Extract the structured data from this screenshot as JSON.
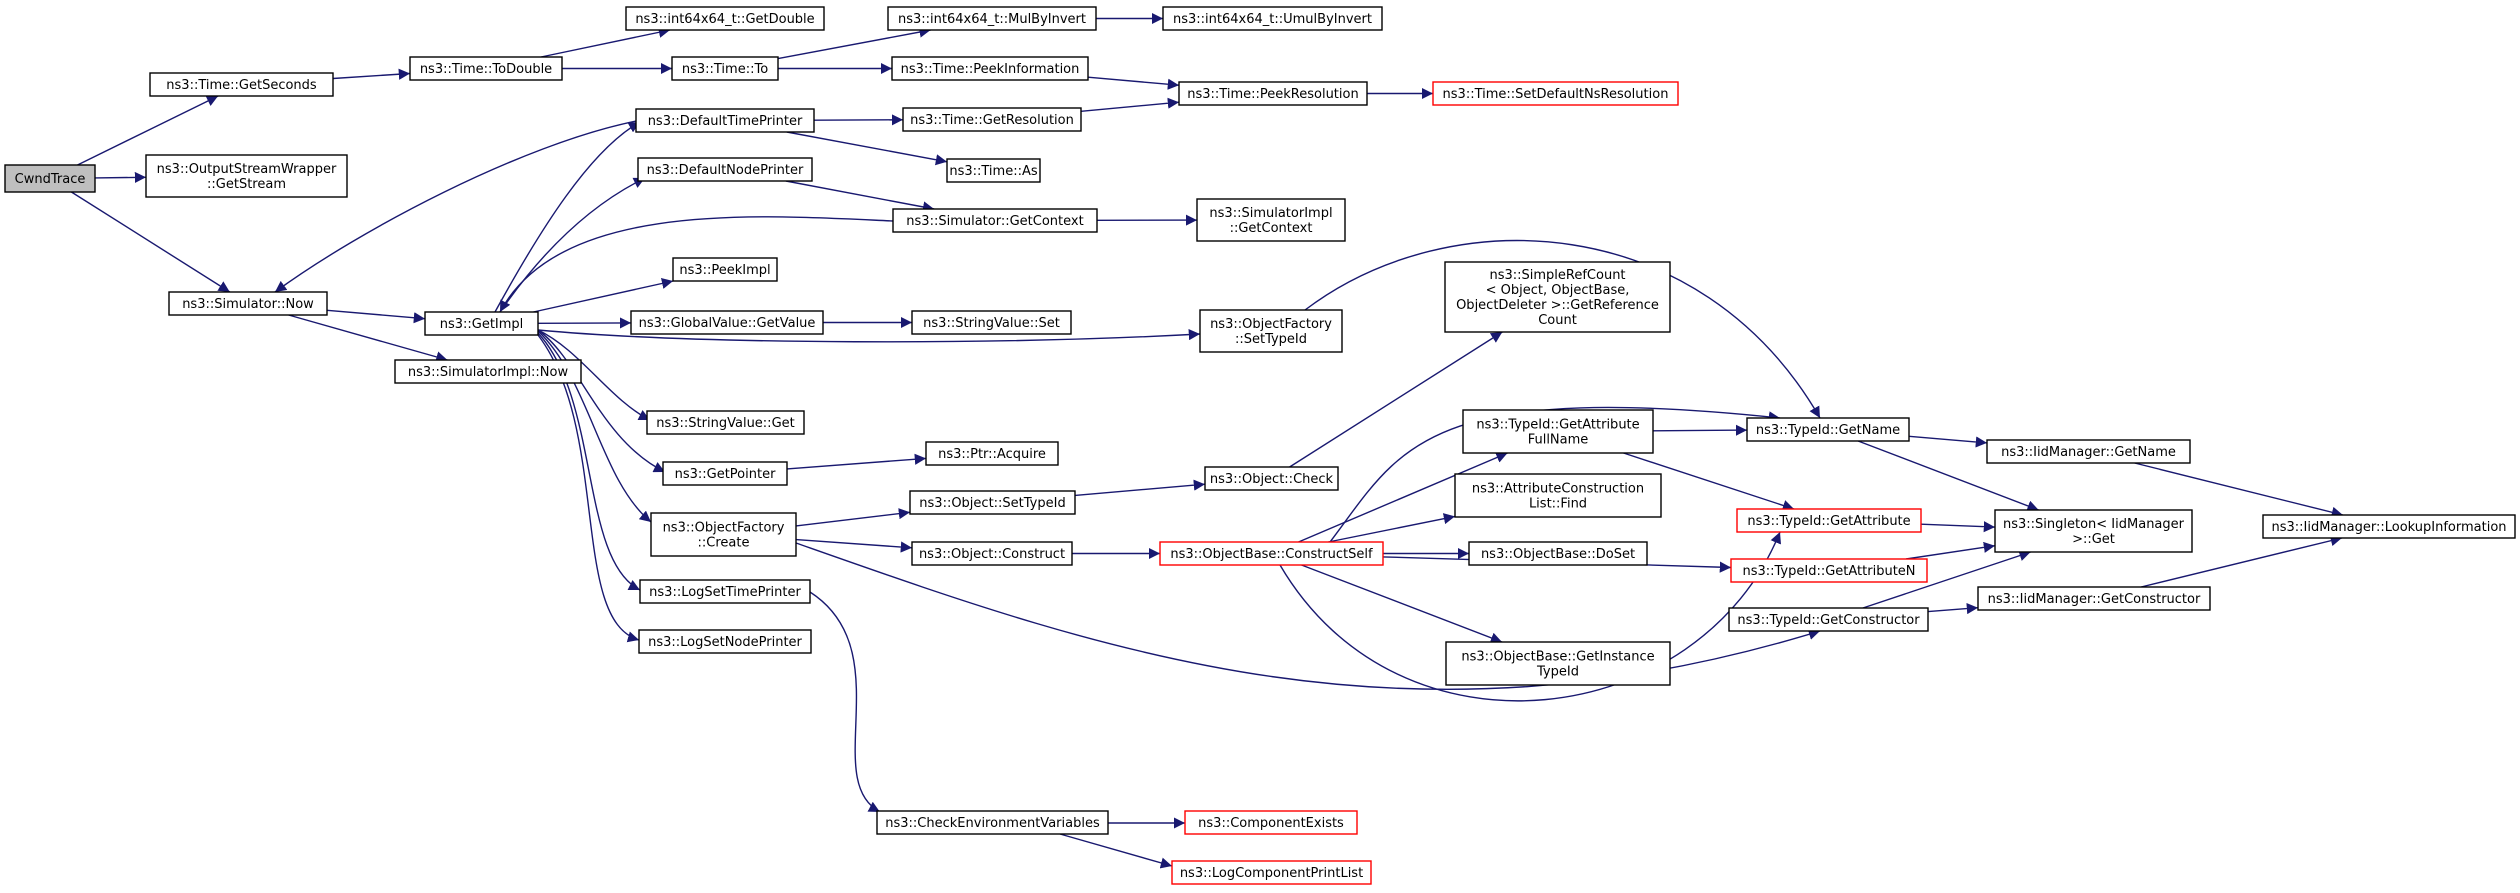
{
  "graph": {
    "edge_color": "#191970",
    "external_border_color": "#ff0000",
    "root_fill": "#bfbfbf",
    "nodes": [
      {
        "id": "cwnd",
        "lines": [
          "CwndTrace"
        ],
        "kind": "root"
      },
      {
        "id": "getSeconds",
        "lines": [
          "ns3::Time::GetSeconds"
        ]
      },
      {
        "id": "osw",
        "lines": [
          "ns3::OutputStreamWrapper",
          "::GetStream"
        ]
      },
      {
        "id": "simNow",
        "lines": [
          "ns3::Simulator::Now"
        ]
      },
      {
        "id": "toDouble",
        "lines": [
          "ns3::Time::ToDouble"
        ]
      },
      {
        "id": "getImpl",
        "lines": [
          "ns3::GetImpl"
        ]
      },
      {
        "id": "simImplNow",
        "lines": [
          "ns3::SimulatorImpl::Now"
        ]
      },
      {
        "id": "i64GetDouble",
        "lines": [
          "ns3::int64x64_t::GetDouble"
        ]
      },
      {
        "id": "timeTo",
        "lines": [
          "ns3::Time::To"
        ]
      },
      {
        "id": "defTimePrinter",
        "lines": [
          "ns3::DefaultTimePrinter"
        ]
      },
      {
        "id": "defNodePrinter",
        "lines": [
          "ns3::DefaultNodePrinter"
        ]
      },
      {
        "id": "peekImpl",
        "lines": [
          "ns3::PeekImpl"
        ]
      },
      {
        "id": "gvGetValue",
        "lines": [
          "ns3::GlobalValue::GetValue"
        ]
      },
      {
        "id": "svGet",
        "lines": [
          "ns3::StringValue::Get"
        ]
      },
      {
        "id": "getPointer",
        "lines": [
          "ns3::GetPointer"
        ]
      },
      {
        "id": "ofCreate",
        "lines": [
          "ns3::ObjectFactory",
          "::Create"
        ]
      },
      {
        "id": "logSetTime",
        "lines": [
          "ns3::LogSetTimePrinter"
        ]
      },
      {
        "id": "logSetNode",
        "lines": [
          "ns3::LogSetNodePrinter"
        ]
      },
      {
        "id": "mulByInvert",
        "lines": [
          "ns3::int64x64_t::MulByInvert"
        ]
      },
      {
        "id": "peekInfo",
        "lines": [
          "ns3::Time::PeekInformation"
        ]
      },
      {
        "id": "getRes",
        "lines": [
          "ns3::Time::GetResolution"
        ]
      },
      {
        "id": "timeAs",
        "lines": [
          "ns3::Time::As"
        ]
      },
      {
        "id": "simGetContext",
        "lines": [
          "ns3::Simulator::GetContext"
        ]
      },
      {
        "id": "svSet",
        "lines": [
          "ns3::StringValue::Set"
        ]
      },
      {
        "id": "ptrAcquire",
        "lines": [
          "ns3::Ptr::Acquire"
        ]
      },
      {
        "id": "objSetTypeId",
        "lines": [
          "ns3::Object::SetTypeId"
        ]
      },
      {
        "id": "objConstruct",
        "lines": [
          "ns3::Object::Construct"
        ]
      },
      {
        "id": "checkEnv",
        "lines": [
          "ns3::CheckEnvironmentVariables"
        ]
      },
      {
        "id": "umulByInvert",
        "lines": [
          "ns3::int64x64_t::UmulByInvert"
        ]
      },
      {
        "id": "peekRes",
        "lines": [
          "ns3::Time::PeekResolution"
        ]
      },
      {
        "id": "simImplGetCtx",
        "lines": [
          "ns3::SimulatorImpl",
          "::GetContext"
        ]
      },
      {
        "id": "ofSetTypeId",
        "lines": [
          "ns3::ObjectFactory",
          "::SetTypeId"
        ]
      },
      {
        "id": "objCheck",
        "lines": [
          "ns3::Object::Check"
        ]
      },
      {
        "id": "obConstructSelf",
        "lines": [
          "ns3::ObjectBase::ConstructSelf"
        ],
        "kind": "ext"
      },
      {
        "id": "compExists",
        "lines": [
          "ns3::ComponentExists"
        ],
        "kind": "ext"
      },
      {
        "id": "logCompPrint",
        "lines": [
          "ns3::LogComponentPrintList"
        ],
        "kind": "ext"
      },
      {
        "id": "setDefNsRes",
        "lines": [
          "ns3::Time::SetDefaultNsResolution"
        ],
        "kind": "ext"
      },
      {
        "id": "srcGetRef",
        "lines": [
          "ns3::SimpleRefCount",
          "< Object, ObjectBase,",
          "ObjectDeleter >::GetReference",
          "Count"
        ]
      },
      {
        "id": "tidGetAttrFull",
        "lines": [
          "ns3::TypeId::GetAttribute",
          "FullName"
        ]
      },
      {
        "id": "attrConstrFind",
        "lines": [
          "ns3::AttributeConstruction",
          "List::Find"
        ]
      },
      {
        "id": "obDoSet",
        "lines": [
          "ns3::ObjectBase::DoSet"
        ]
      },
      {
        "id": "obGetInstTid",
        "lines": [
          "ns3::ObjectBase::GetInstance",
          "TypeId"
        ]
      },
      {
        "id": "tidGetName",
        "lines": [
          "ns3::TypeId::GetName"
        ]
      },
      {
        "id": "tidGetAttr",
        "lines": [
          "ns3::TypeId::GetAttribute"
        ],
        "kind": "ext"
      },
      {
        "id": "tidGetAttrN",
        "lines": [
          "ns3::TypeId::GetAttributeN"
        ],
        "kind": "ext"
      },
      {
        "id": "tidGetCtor",
        "lines": [
          "ns3::TypeId::GetConstructor"
        ]
      },
      {
        "id": "iidGetName",
        "lines": [
          "ns3::IidManager::GetName"
        ]
      },
      {
        "id": "singletonGet",
        "lines": [
          "ns3::Singleton< IidManager",
          ">::Get"
        ]
      },
      {
        "id": "iidGetCtor",
        "lines": [
          "ns3::IidManager::GetConstructor"
        ]
      },
      {
        "id": "iidLookup",
        "lines": [
          "ns3::IidManager::LookupInformation"
        ]
      }
    ],
    "edges": [
      [
        "cwnd",
        "getSeconds"
      ],
      [
        "cwnd",
        "osw"
      ],
      [
        "cwnd",
        "simNow"
      ],
      [
        "getSeconds",
        "toDouble"
      ],
      [
        "toDouble",
        "i64GetDouble"
      ],
      [
        "toDouble",
        "timeTo"
      ],
      [
        "timeTo",
        "mulByInvert"
      ],
      [
        "timeTo",
        "peekInfo"
      ],
      [
        "mulByInvert",
        "umulByInvert"
      ],
      [
        "peekInfo",
        "peekRes"
      ],
      [
        "getRes",
        "peekRes"
      ],
      [
        "peekRes",
        "setDefNsRes"
      ],
      [
        "simNow",
        "getImpl"
      ],
      [
        "simNow",
        "simImplNow"
      ],
      [
        "defTimePrinter",
        "simNow"
      ],
      [
        "defTimePrinter",
        "getRes"
      ],
      [
        "defTimePrinter",
        "timeAs"
      ],
      [
        "defNodePrinter",
        "simGetContext"
      ],
      [
        "simGetContext",
        "getImpl"
      ],
      [
        "simGetContext",
        "simImplGetCtx"
      ],
      [
        "getImpl",
        "defTimePrinter"
      ],
      [
        "getImpl",
        "defNodePrinter"
      ],
      [
        "getImpl",
        "peekImpl"
      ],
      [
        "getImpl",
        "gvGetValue"
      ],
      [
        "getImpl",
        "ofSetTypeId"
      ],
      [
        "getImpl",
        "svGet"
      ],
      [
        "getImpl",
        "getPointer"
      ],
      [
        "getImpl",
        "ofCreate"
      ],
      [
        "getImpl",
        "logSetTime"
      ],
      [
        "getImpl",
        "logSetNode"
      ],
      [
        "gvGetValue",
        "svSet"
      ],
      [
        "getPointer",
        "ptrAcquire"
      ],
      [
        "ofSetTypeId",
        "tidGetName"
      ],
      [
        "ofCreate",
        "objSetTypeId"
      ],
      [
        "ofCreate",
        "objConstruct"
      ],
      [
        "ofCreate",
        "tidGetCtor"
      ],
      [
        "objSetTypeId",
        "objCheck"
      ],
      [
        "objCheck",
        "srcGetRef"
      ],
      [
        "objConstruct",
        "obConstructSelf"
      ],
      [
        "obConstructSelf",
        "tidGetAttrFull"
      ],
      [
        "obConstructSelf",
        "attrConstrFind"
      ],
      [
        "obConstructSelf",
        "obDoSet"
      ],
      [
        "obConstructSelf",
        "obGetInstTid"
      ],
      [
        "obConstructSelf",
        "tidGetName"
      ],
      [
        "obConstructSelf",
        "tidGetAttr"
      ],
      [
        "obConstructSelf",
        "tidGetAttrN"
      ],
      [
        "tidGetAttrFull",
        "tidGetName"
      ],
      [
        "tidGetAttrFull",
        "tidGetAttr"
      ],
      [
        "tidGetName",
        "iidGetName"
      ],
      [
        "tidGetName",
        "singletonGet"
      ],
      [
        "tidGetAttr",
        "singletonGet"
      ],
      [
        "tidGetAttrN",
        "singletonGet"
      ],
      [
        "tidGetCtor",
        "singletonGet"
      ],
      [
        "tidGetCtor",
        "iidGetCtor"
      ],
      [
        "iidGetName",
        "iidLookup"
      ],
      [
        "iidGetCtor",
        "iidLookup"
      ],
      [
        "logSetTime",
        "checkEnv"
      ],
      [
        "checkEnv",
        "compExists"
      ],
      [
        "checkEnv",
        "logCompPrint"
      ]
    ]
  }
}
